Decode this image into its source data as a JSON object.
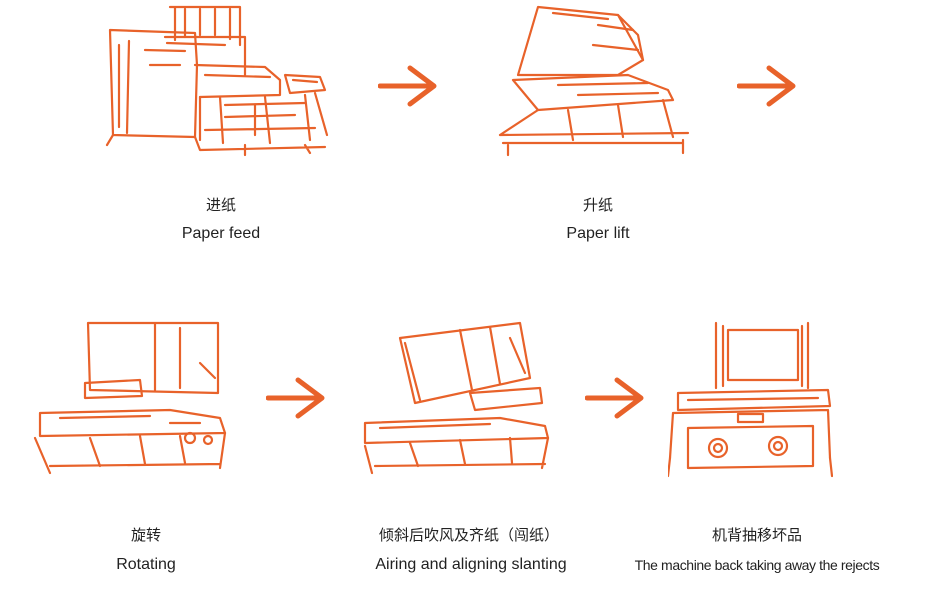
{
  "colors": {
    "accent": "#e8622a",
    "text": "#222222"
  },
  "steps": [
    {
      "zh": "进纸",
      "en": "Paper feed"
    },
    {
      "zh": "升纸",
      "en": "Paper lift"
    },
    {
      "zh": "旋转",
      "en": "Rotating"
    },
    {
      "zh": "倾斜后吹风及齐纸（闯纸）",
      "en": "Airing and aligning slanting"
    },
    {
      "zh": "机背抽移坏品",
      "en": "The machine back taking away the rejects"
    }
  ],
  "arrows": [
    "arrow-right-icon",
    "arrow-right-icon",
    "arrow-right-icon",
    "arrow-right-icon"
  ]
}
